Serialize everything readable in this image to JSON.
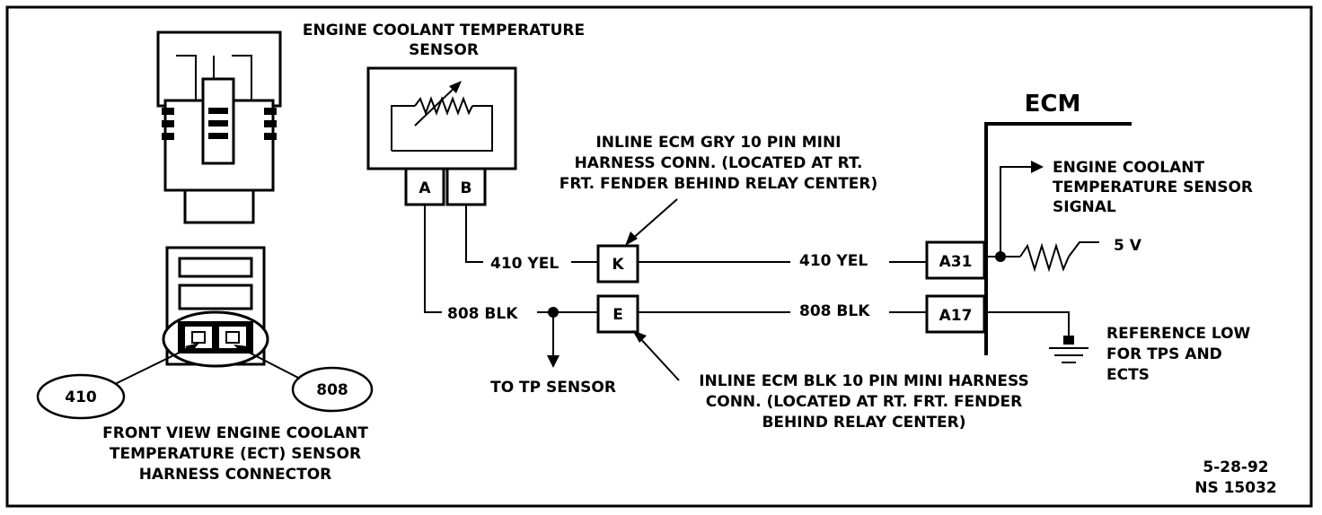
{
  "sensor_title": [
    "ENGINE COOLANT TEMPERATURE",
    "SENSOR"
  ],
  "sensor_pins": [
    "A",
    "B"
  ],
  "wire_top": {
    "left_label": "410 YEL",
    "right_label": "410 YEL",
    "conn_pin": "K",
    "ecm_pin": "A31"
  },
  "wire_bottom": {
    "left_label": "808 BLK",
    "right_label": "808 BLK",
    "conn_pin": "E",
    "ecm_pin": "A17"
  },
  "inline_gry_label": [
    "INLINE ECM GRY 10 PIN MINI",
    "HARNESS CONN. (LOCATED AT RT.",
    "FRT. FENDER BEHIND RELAY CENTER)"
  ],
  "inline_blk_label": [
    "INLINE ECM BLK 10 PIN MINI HARNESS",
    "CONN. (LOCATED AT RT. FRT. FENDER",
    "BEHIND RELAY CENTER)"
  ],
  "tp_sensor_label": "TO TP SENSOR",
  "ecm_title": "ECM",
  "ecm_signal_label": [
    "ENGINE COOLANT",
    "TEMPERATURE SENSOR",
    "SIGNAL"
  ],
  "ecm_voltage": "5 V",
  "reference_low_label": [
    "REFERENCE LOW",
    "FOR TPS AND",
    "ECTS"
  ],
  "connector_callouts": [
    "410",
    "808"
  ],
  "front_view_label": [
    "FRONT VIEW ENGINE COOLANT",
    "TEMPERATURE (ECT) SENSOR",
    "HARNESS CONNECTOR"
  ],
  "doc_date": "5-28-92",
  "doc_number": "NS 15032"
}
